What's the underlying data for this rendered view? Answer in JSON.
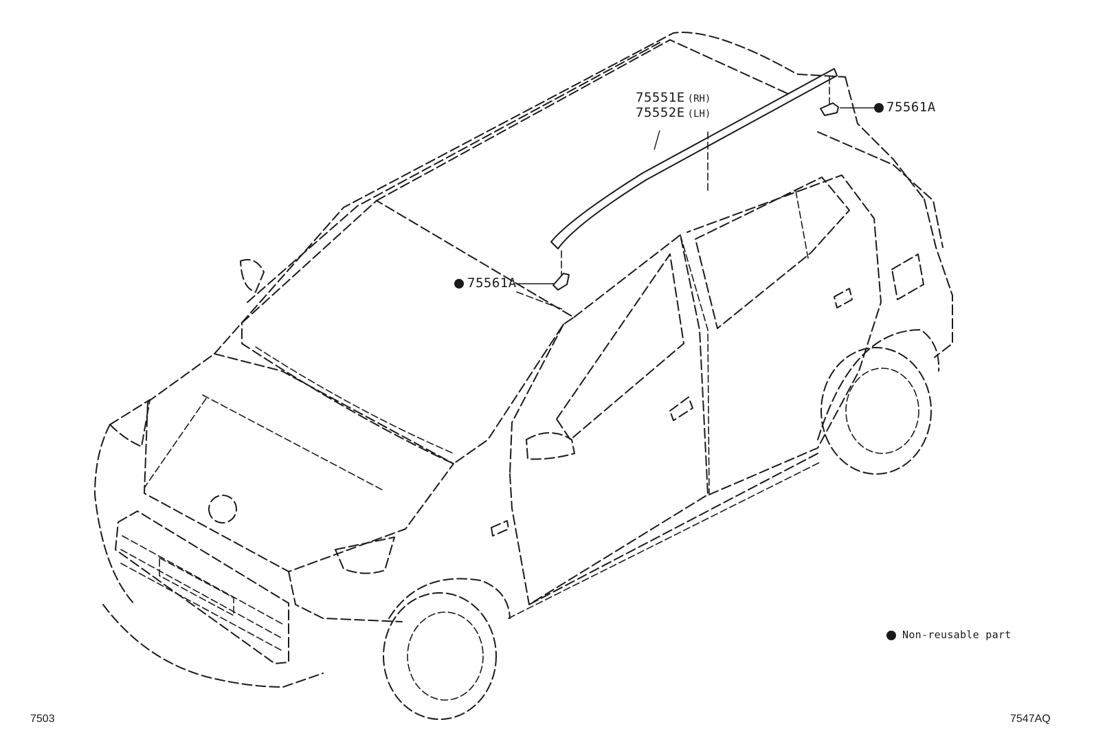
{
  "labels": {
    "molding_rh": {
      "part": "75551E",
      "side": "(RH)"
    },
    "molding_lh": {
      "part": "75552E",
      "side": "(LH)"
    },
    "clip_rear": "75561A",
    "clip_front": "75561A"
  },
  "legend": {
    "text": "Non-reusable part"
  },
  "footer": {
    "left_code": "7503",
    "right_code": "7547AQ"
  },
  "colors": {
    "line": "#1a1a1a",
    "background": "#ffffff"
  }
}
